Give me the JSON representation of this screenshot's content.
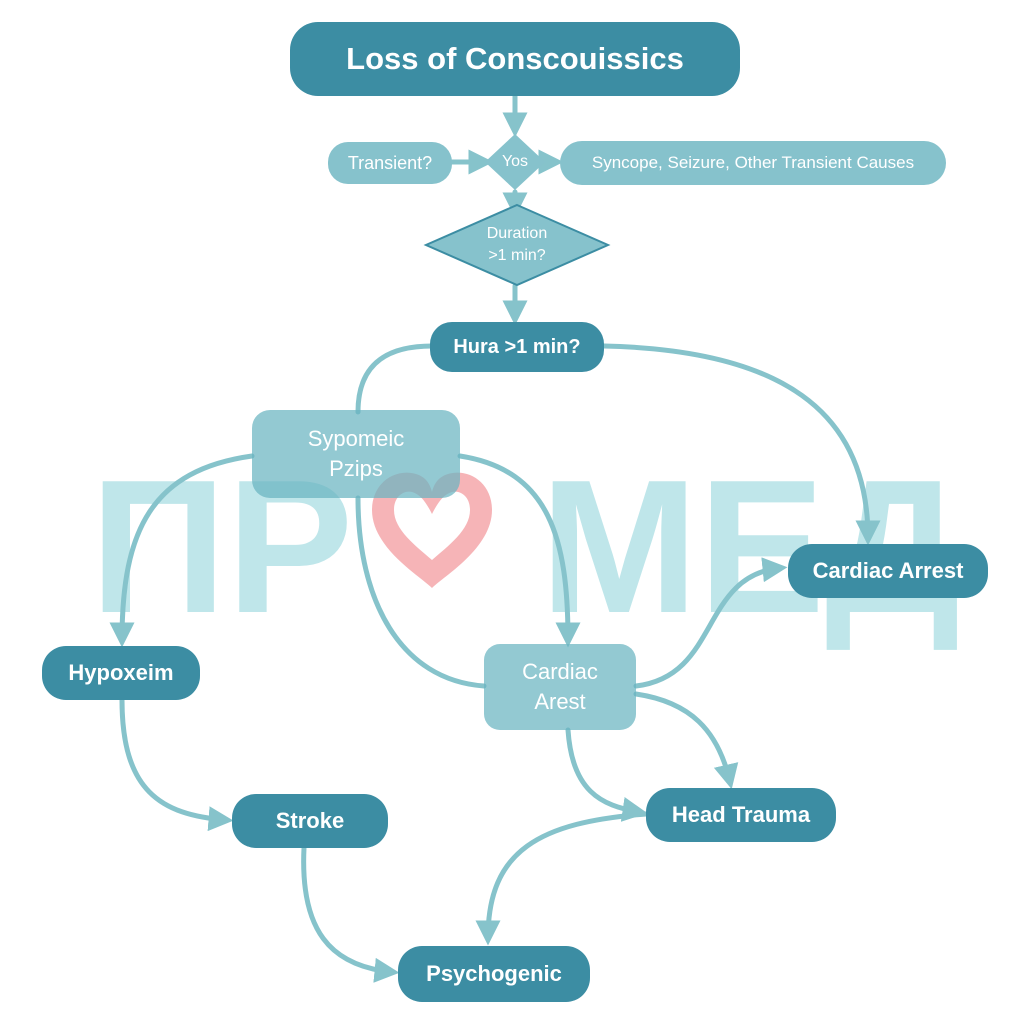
{
  "diagram": {
    "nodes": {
      "loss_of_consciousness": "Loss of Conscouissics",
      "transient": "Transient?",
      "yes": "Yos",
      "transient_causes": "Syncope, Seizure, Other Transient Causes",
      "duration_line1": "Duration",
      "duration_line2": ">1 min?",
      "hura": "Hura >1 min?",
      "sypomeic_line1": "Sypomeic",
      "sypomeic_line2": "Pzips",
      "cardiac_arrest_right": "Cardiac Arrest",
      "hypoxeim": "Hypoxeim",
      "cardiac_arest_line1": "Cardiac",
      "cardiac_arest_line2": "Arest",
      "head_trauma": "Head Trauma",
      "stroke": "Stroke",
      "psychogenic": "Psychogenic"
    },
    "watermark": {
      "left": "ПР",
      "right": "МЕД"
    },
    "colors": {
      "node_dark": "#3c8da3",
      "node_light": "#86c2cc",
      "connector": "#86c3cb",
      "watermark_text": "#bfe6ea",
      "watermark_heart": "#f4a7aa"
    }
  }
}
